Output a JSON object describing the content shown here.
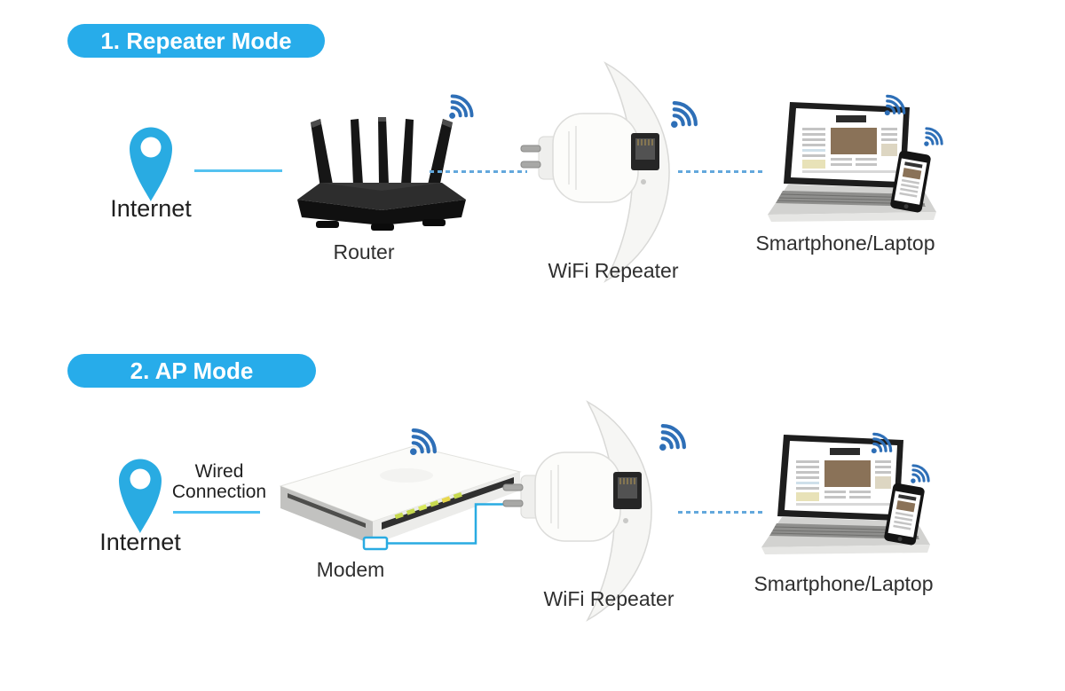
{
  "title": "WiFi Repeater Modes Diagram",
  "colors": {
    "badge_background": "#27ACEA",
    "pin_blue": "#29ABE2",
    "wifi_icon_blue": "#2E6FB7",
    "solid_line": "#55C2F0",
    "dashed_line": "#63A8DC",
    "wired_line": "#29ABE2",
    "label_text": "#2F2F2F"
  },
  "sections": [
    {
      "badge": "1. Repeater Mode",
      "internet_label": "Internet",
      "router_label": "Router",
      "repeater_label": "WiFi Repeater",
      "clients_label": "Smartphone/Laptop",
      "connections": [
        {
          "from": "internet",
          "to": "router",
          "style": "solid"
        },
        {
          "from": "router",
          "to": "wifi-repeater",
          "style": "dashed-wireless"
        },
        {
          "from": "wifi-repeater",
          "to": "smartphone-laptop",
          "style": "dashed-wireless"
        }
      ]
    },
    {
      "badge": "2. AP Mode",
      "internet_label": "Internet",
      "wired_label_line1": "Wired",
      "wired_label_line2": "Connection",
      "modem_label": "Modem",
      "repeater_label": "WiFi Repeater",
      "clients_label": "Smartphone/Laptop",
      "connections": [
        {
          "from": "internet",
          "to": "modem",
          "style": "solid"
        },
        {
          "from": "modem",
          "to": "wifi-repeater",
          "style": "wired-ethernet"
        },
        {
          "from": "wifi-repeater",
          "to": "smartphone-laptop",
          "style": "dashed-wireless"
        }
      ]
    }
  ]
}
